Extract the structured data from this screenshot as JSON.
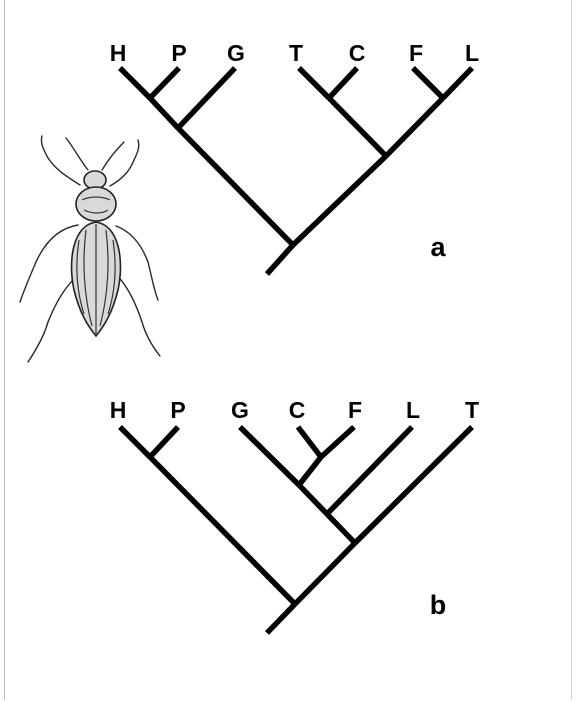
{
  "tree_a": {
    "panel_label": "a",
    "tips": [
      "H",
      "P",
      "G",
      "T",
      "C",
      "F",
      "L"
    ]
  },
  "tree_b": {
    "panel_label": "b",
    "tips": [
      "H",
      "P",
      "G",
      "C",
      "F",
      "L",
      "T"
    ]
  },
  "illustration": {
    "icon": "beetle-icon"
  }
}
